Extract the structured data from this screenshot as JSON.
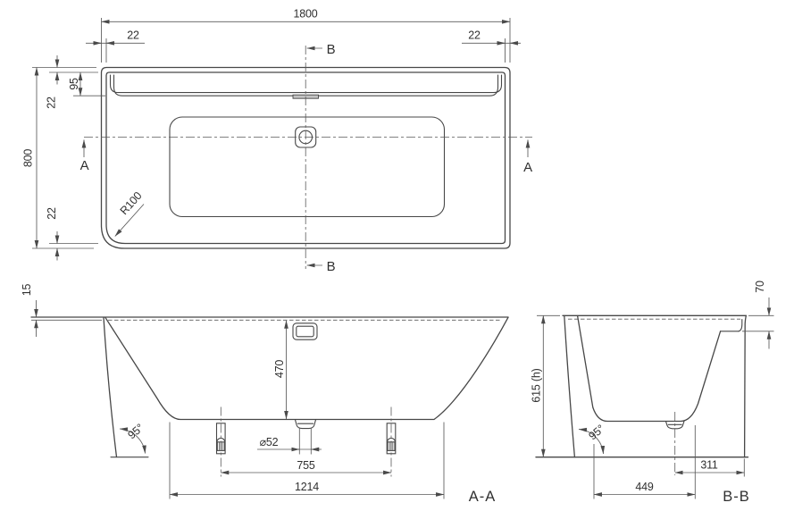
{
  "plan": {
    "dims": {
      "overall_length": "1800",
      "rim_end_left": "22",
      "rim_end_right": "22",
      "overall_width": "800",
      "rim_side_top": "22",
      "headrest_shelf": "95",
      "rim_side_bottom": "22",
      "corner_radius": "R100"
    },
    "markers": {
      "a": "A",
      "b": "B"
    }
  },
  "section_aa": {
    "label": "A-A",
    "dims": {
      "rim_thickness": "15",
      "inner_depth": "470",
      "drain_diameter": "⌀52",
      "feet_spacing": "755",
      "base_length": "1214",
      "apron_angle": "95°"
    }
  },
  "section_bb": {
    "label": "B-B",
    "dims": {
      "rim_to_shelf": "70",
      "overall_height": "615 (h)",
      "apron_angle": "95°",
      "drain_to_edge": "311",
      "base_width": "449"
    }
  },
  "colors": {
    "outline": "#474747",
    "dimension": "#5a5a5a",
    "text": "#303030",
    "tub_fill": "#d9d9d9",
    "background": "#ffffff"
  }
}
